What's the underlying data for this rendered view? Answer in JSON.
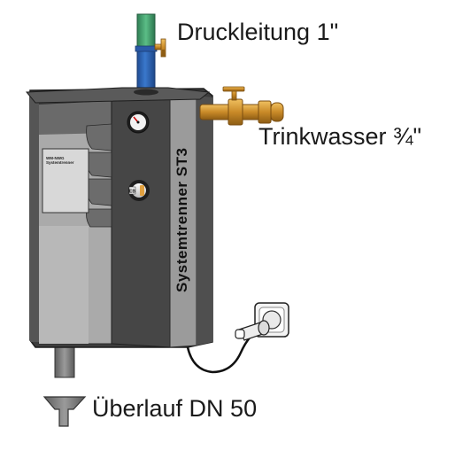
{
  "labels": {
    "pressure_line": "Druckleitung 1\"",
    "drinking_water": "Trinkwasser ¾\"",
    "overflow": "Überlauf DN 50",
    "device_name": "Systemtrenner ST3"
  },
  "nameplate": {
    "line1": "WM-NWG",
    "line2": "Systemtrenner"
  },
  "colors": {
    "housing_dark": "#4a4a4a",
    "housing_light": "#a9a9a9",
    "pipe_blue": "#2c63b5",
    "pipe_green": "#3f9e6a",
    "brass": "#c98a28",
    "drain_grey": "#7d7d7d"
  }
}
